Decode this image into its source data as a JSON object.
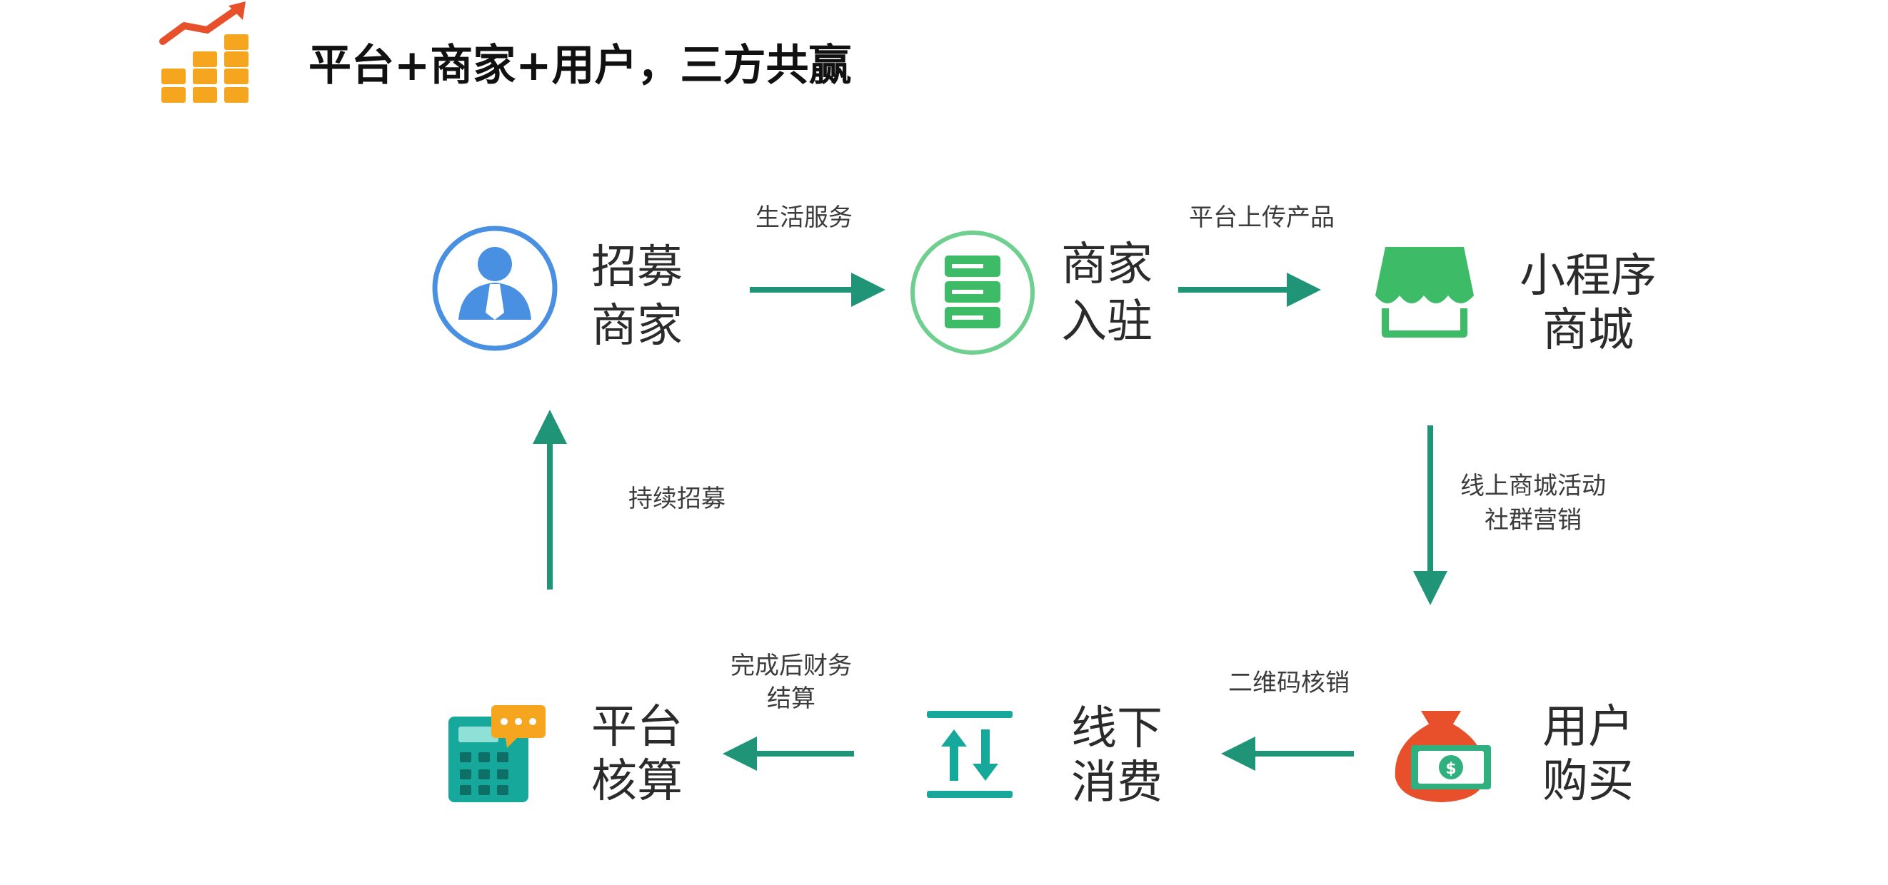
{
  "header": {
    "title": "平台+商家+用户，三方共赢",
    "logo_icon": "bar-chart-growth-icon"
  },
  "colors": {
    "arrow": "#1f9477",
    "blue_icon": "#4a90e2",
    "green_icon": "#3dbb67",
    "orange": "#f6a51f",
    "red": "#e8502c",
    "teal": "#16a89b"
  },
  "nodes": {
    "recruit": {
      "line1": "招募",
      "line2": "商家",
      "icon": "business-person-icon"
    },
    "settle": {
      "line1": "商家",
      "line2": "入驻",
      "icon": "server-icon"
    },
    "mall": {
      "line1": "小程序",
      "line2": "商城",
      "icon": "storefront-icon"
    },
    "purchase": {
      "line1": "用户",
      "line2": "购买",
      "icon": "money-bag-icon"
    },
    "offline": {
      "line1": "线下",
      "line2": "消费",
      "icon": "exchange-arrows-icon"
    },
    "settlement": {
      "line1": "平台",
      "line2": "核算",
      "icon": "calculator-chat-icon"
    }
  },
  "edges": {
    "recruit_to_settle": {
      "label": "生活服务"
    },
    "settle_to_mall": {
      "label": "平台上传产品"
    },
    "mall_to_purchase": {
      "label_line1": "线上商城活动",
      "label_line2": "社群营销"
    },
    "purchase_to_offline": {
      "label": "二维码核销"
    },
    "offline_to_settlement": {
      "label_line1": "完成后财务",
      "label_line2": "结算"
    },
    "settlement_to_recruit": {
      "label": "持续招募"
    }
  }
}
